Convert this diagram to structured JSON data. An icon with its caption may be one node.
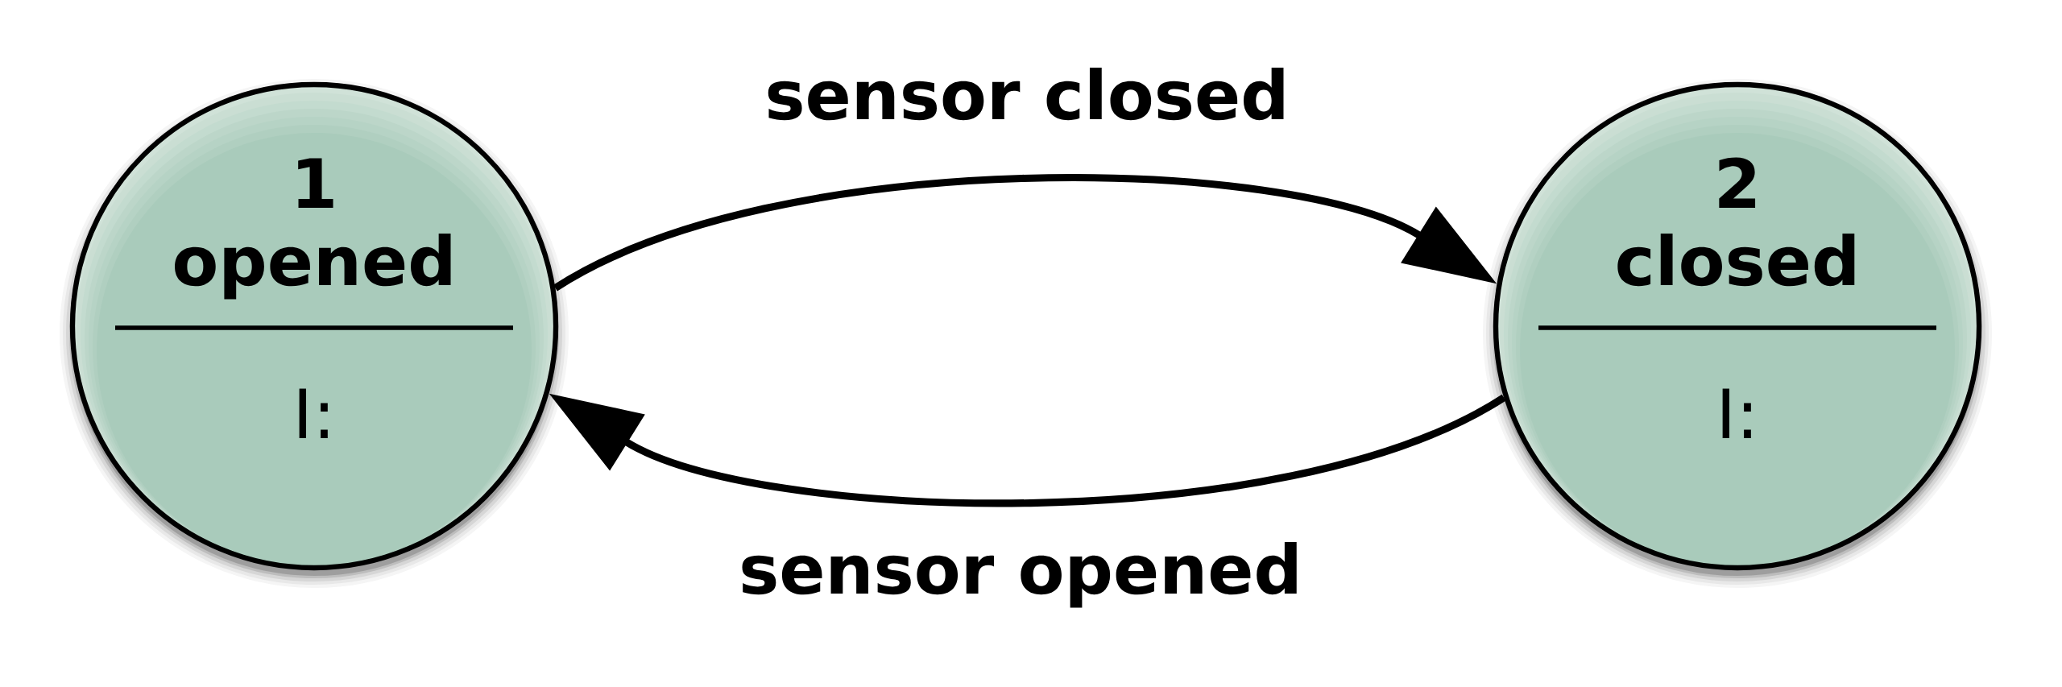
{
  "diagram": {
    "nodes": [
      {
        "text": [
          "1",
          "opened",
          "I:"
        ]
      },
      {
        "text": [
          "2",
          "closed",
          "I:"
        ]
      }
    ],
    "edges": [
      {
        "from": 0,
        "to": 1,
        "arrow": "to",
        "label": "sensor closed"
      },
      {
        "from": 1,
        "to": 0,
        "arrow": "to",
        "label": "sensor opened"
      }
    ]
  }
}
